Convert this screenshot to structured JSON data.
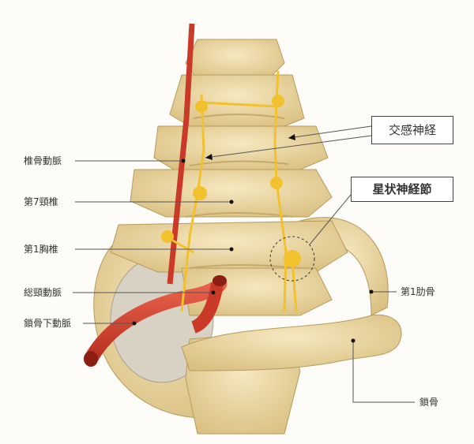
{
  "labels": {
    "vertebral_artery": "椎骨動脈",
    "c7": "第7頸椎",
    "t1": "第1胸椎",
    "common_carotid": "総頸動脈",
    "subclavian_artery": "鎖骨下動脈",
    "first_rib": "第1肋骨",
    "clavicle": "鎖骨"
  },
  "callouts": {
    "sympathetic_nerve": "交感神経",
    "stellate_ganglion": "星状神経節"
  },
  "colors": {
    "bone": "#ecd9a6",
    "bone_shadow": "#c9ad6c",
    "artery": "#d9412f",
    "nerve": "#f2c12e",
    "lung": "#d8d2c4"
  }
}
